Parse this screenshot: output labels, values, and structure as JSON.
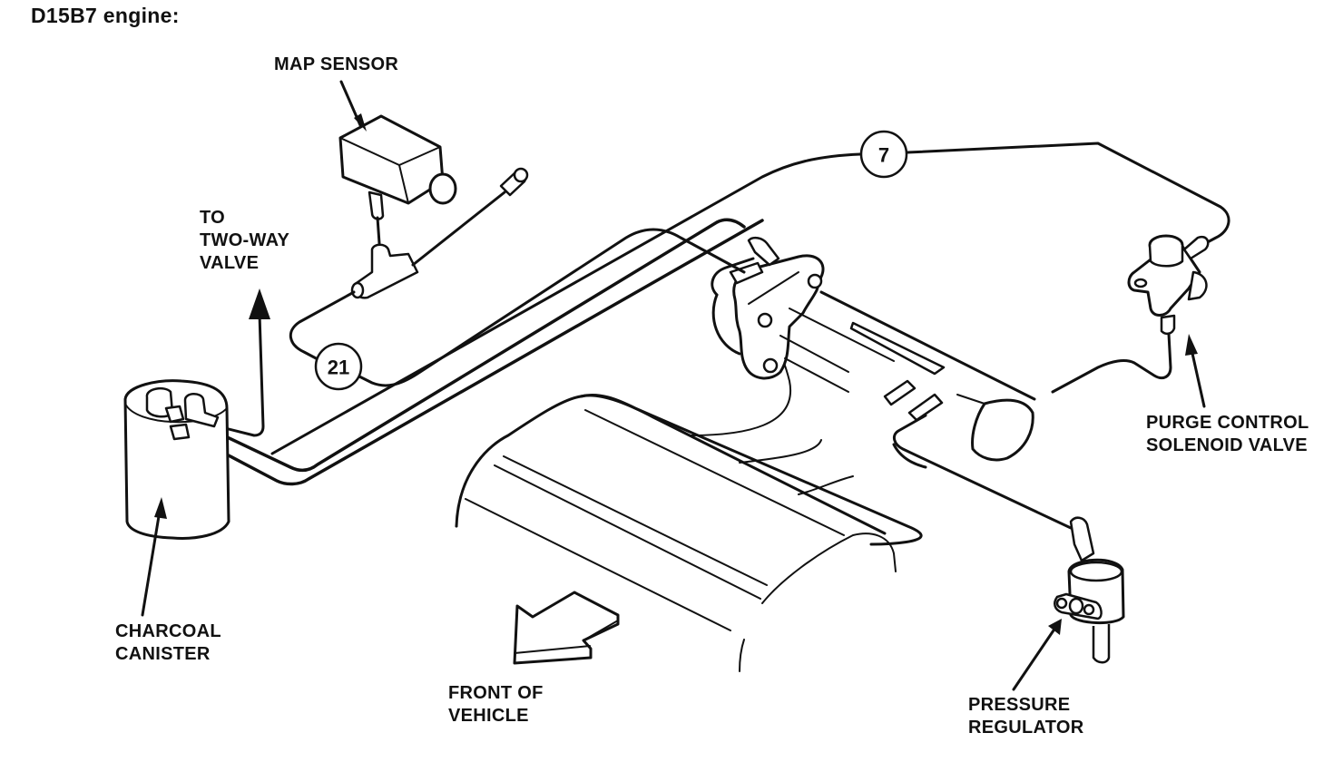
{
  "title": "D15B7 engine:",
  "labels": {
    "map_sensor": "MAP SENSOR",
    "two_way_valve": [
      "TO",
      "TWO-WAY",
      "VALVE"
    ],
    "charcoal_canister": [
      "CHARCOAL",
      "CANISTER"
    ],
    "front_of_vehicle": [
      "FRONT OF",
      "VEHICLE"
    ],
    "purge_control": [
      "PURGE CONTROL",
      "SOLENOID VALVE"
    ],
    "pressure_regulator": [
      "PRESSURE",
      "REGULATOR"
    ]
  },
  "callouts": {
    "hose_7": "7",
    "hose_21": "21"
  },
  "colors": {
    "ink": "#111111",
    "background": "#ffffff"
  }
}
